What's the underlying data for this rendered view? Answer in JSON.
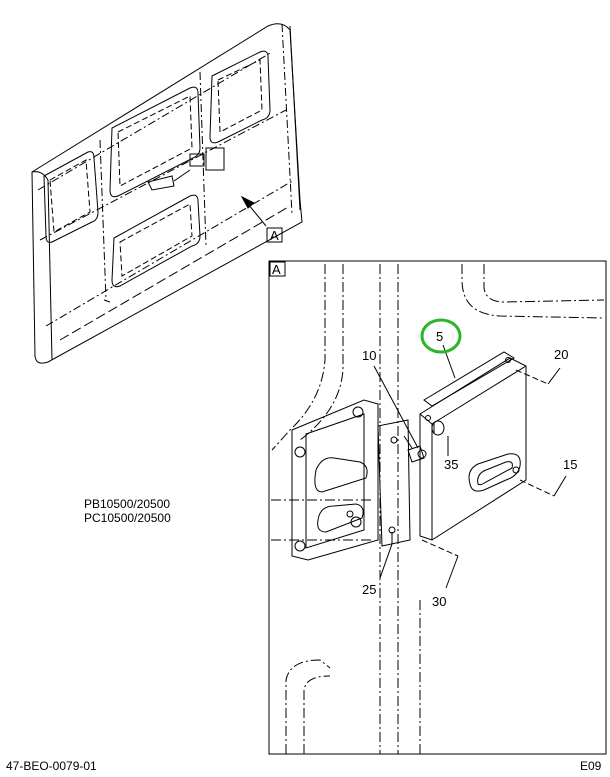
{
  "callouts": {
    "view_a_pointer": "A",
    "detail_title": "A",
    "p5": "5",
    "p10": "10",
    "p15": "15",
    "p20": "20",
    "p25": "25",
    "p30": "30",
    "p35": "35"
  },
  "applicability": {
    "line1": "PB10500/20500",
    "line2": "PC10500/20500"
  },
  "footer": {
    "drawing_number": "47-BEO-0079-01",
    "sheet_code": "E09"
  },
  "colors": {
    "line": "#000000",
    "highlight": "#2bb52b"
  }
}
